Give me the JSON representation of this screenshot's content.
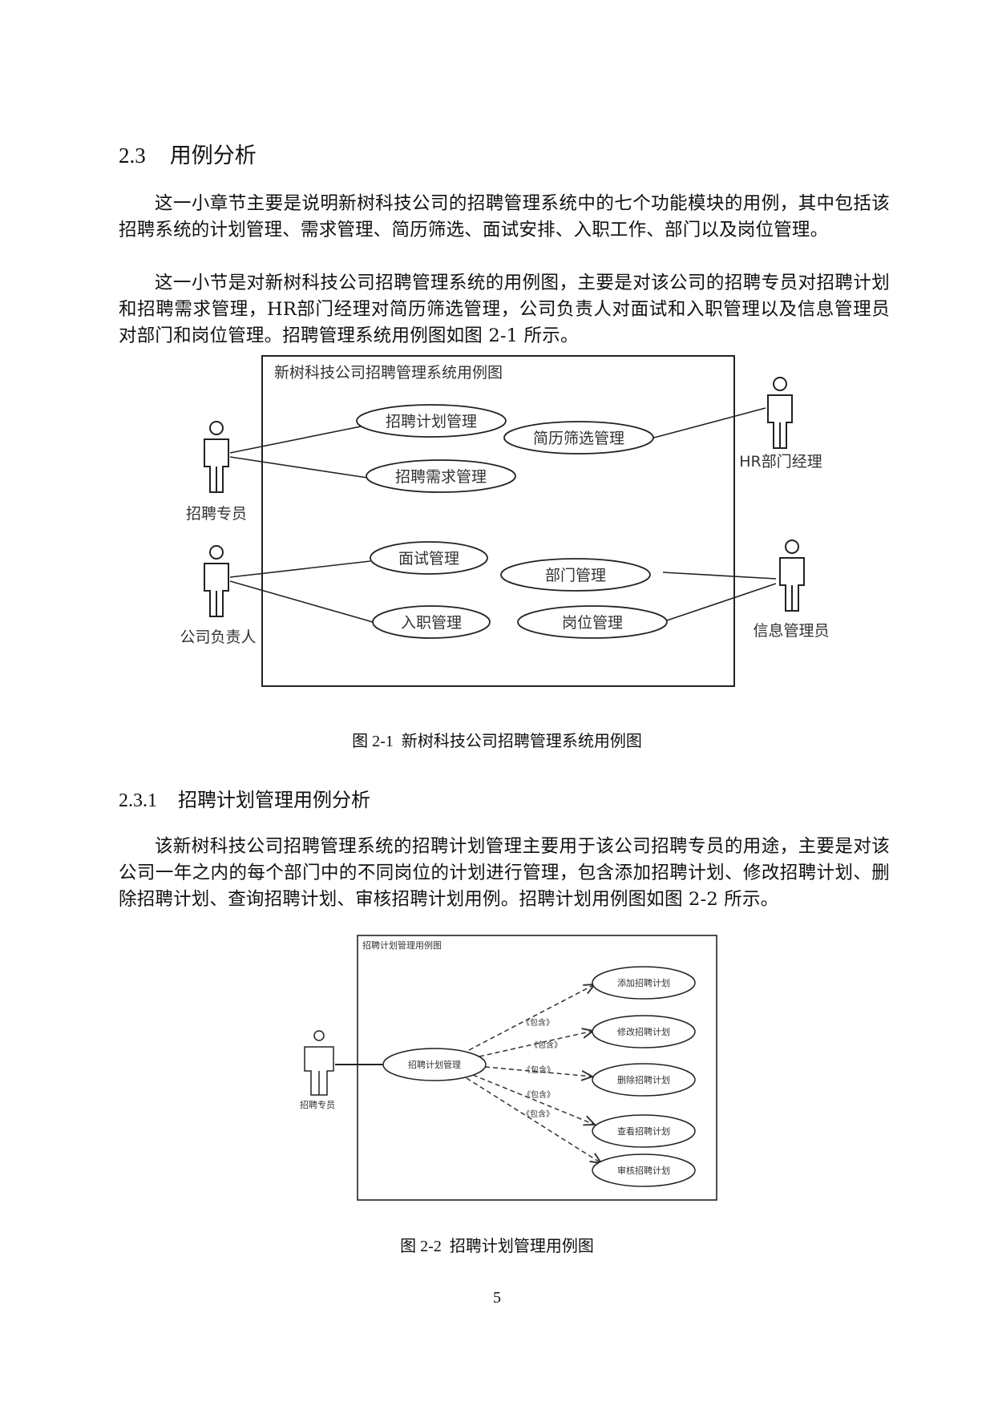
{
  "section": {
    "number": "2.3",
    "title": "用例分析"
  },
  "paragraphs": {
    "p1": "这一小章节主要是说明新树科技公司的招聘管理系统中的七个功能模块的用例，其中包括该招聘系统的计划管理、需求管理、简历筛选、面试安排、入职工作、部门以及岗位管理。",
    "p2": "这一小节是对新树科技公司招聘管理系统的用例图，主要是对该公司的招聘专员对招聘计划和招聘需求管理，HR部门经理对简历筛选管理，公司负责人对面试和入职管理以及信息管理员对部门和岗位管理。招聘管理系统用例图如图 2-1 所示。",
    "p3": "该新树科技公司招聘管理系统的招聘计划管理主要用于该公司招聘专员的用途，主要是对该公司一年之内的每个部门中的不同岗位的计划进行管理，包含添加招聘计划、修改招聘计划、删除招聘计划、查询招聘计划、审核招聘计划用例。招聘计划用例图如图 2-2 所示。"
  },
  "figure1": {
    "boundary_title": "新树科技公司招聘管理系统用例图",
    "actors": {
      "recruiter": "招聘专员",
      "hr_manager": "HR部门经理",
      "company_head": "公司负责人",
      "info_admin": "信息管理员"
    },
    "usecases": {
      "plan": "招聘计划管理",
      "demand": "招聘需求管理",
      "resume": "简历筛选管理",
      "interview": "面试管理",
      "onboarding": "入职管理",
      "department": "部门管理",
      "position": "岗位管理"
    },
    "caption_no": "图 2-1",
    "caption_text": "新树科技公司招聘管理系统用例图"
  },
  "subsection": {
    "number": "2.3.1",
    "title": "招聘计划管理用例分析"
  },
  "figure2": {
    "boundary_title": "招聘计划管理用例图",
    "actor": "招聘专员",
    "main_usecase": "招聘计划管理",
    "include_label": "《包含》",
    "usecases": {
      "add": "添加招聘计划",
      "modify": "修改招聘计划",
      "delete": "删除招聘计划",
      "view": "查看招聘计划",
      "audit": "审核招聘计划"
    },
    "caption_no": "图 2-2",
    "caption_text": "招聘计划管理用例图"
  },
  "page_number": "5"
}
